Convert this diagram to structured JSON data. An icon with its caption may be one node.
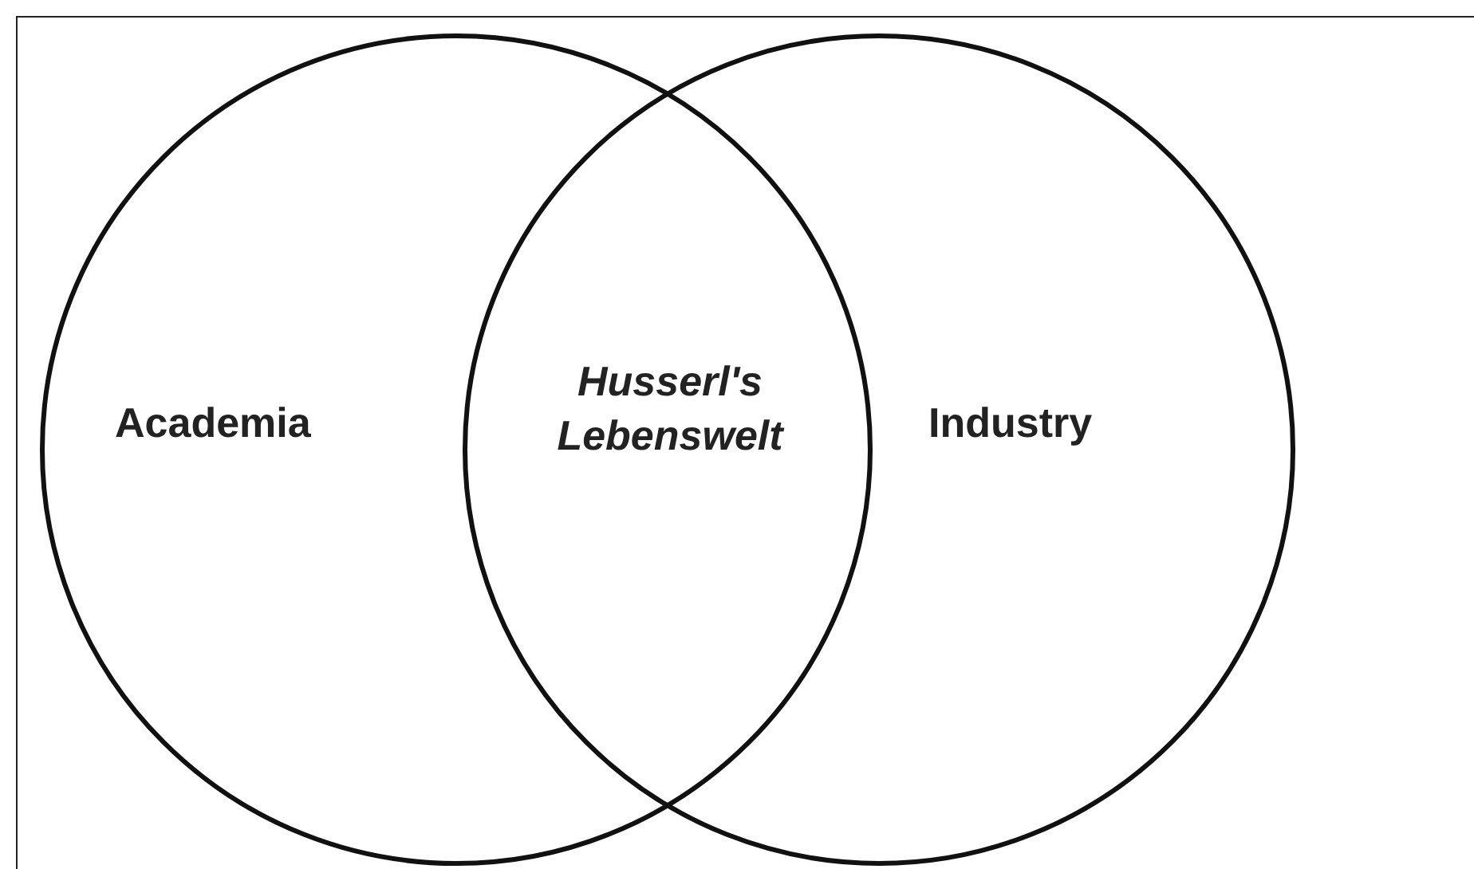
{
  "diagram": {
    "nodes": [
      {
        "text": [
          "Academia"
        ]
      },
      {
        "text": [
          "Industry"
        ]
      }
    ],
    "edges": [],
    "labels": [
      "Husserl's Lebenswelt"
    ]
  }
}
